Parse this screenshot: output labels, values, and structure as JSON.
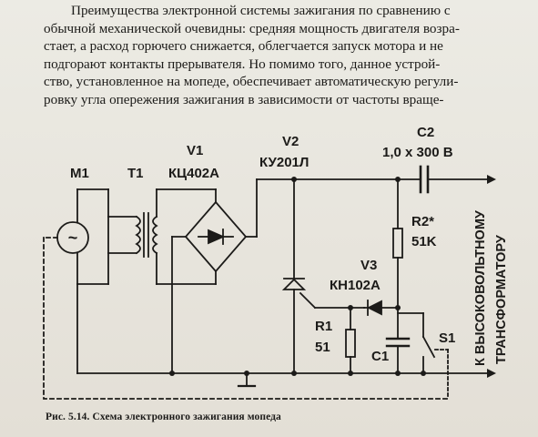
{
  "paragraph": {
    "lines": [
      "Преимущества электронной системы зажигания по сравнению с",
      "обычной механической очевидны: средняя мощность двигателя возра-",
      "стает, а расход горючего снижается, облегчается запуск мотора и не",
      "подгорают контакты прерывателя. Но помимо того, данное устрой-",
      "ство, установленное на мопеде, обеспечивает автоматическую регули-",
      "ровку угла опережения зажигания в зависимости от частоты враще-"
    ]
  },
  "schematic": {
    "labels": {
      "m1": "М1",
      "t1": "Т1",
      "v1": "V1",
      "v1_part": "КЦ402А",
      "v2": "V2",
      "v2_part": "КУ201Л",
      "c2": "С2",
      "c2_value": "1,0 x 300 В",
      "r2": "R2*",
      "r2_value": "51K",
      "v3": "V3",
      "v3_part": "КН102А",
      "r1": "R1",
      "r1_value": "51",
      "c1": "С1",
      "s1": "S1",
      "output_line1": "К ВЫСОКОВОЛЬТНОМУ",
      "output_line2": "ТРАНСФОРМАТОРУ",
      "generator_symbol": "~"
    }
  },
  "caption": "Рис. 5.14. Схема электронного зажигания мопеда"
}
